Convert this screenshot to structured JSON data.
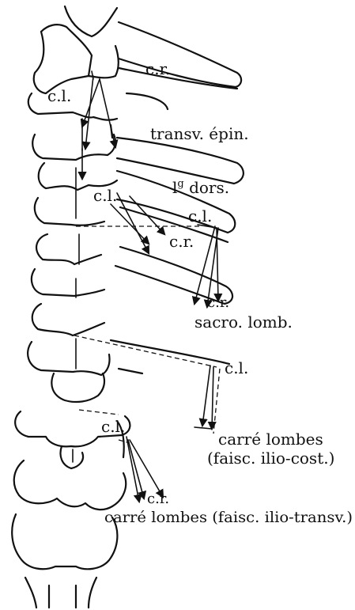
{
  "labels": {
    "cr_top": "c.r.",
    "cl_top": "c.l.",
    "transv_epin": "transv. épin.",
    "lg_dors": "l",
    "lg_dors_sup": "g",
    "lg_dors_rest": " dors.",
    "cl_mid_left": "c.l.",
    "cl_mid_right": "c.l.",
    "cr_mid": "c.r.",
    "cr_sacro": "c.r.",
    "sacro_lomb": "sacro. lomb.",
    "cl_lower": "c.l.",
    "carre_lombes_1": "carré lombes",
    "faisc_ilio_cost": "(faisc. ilio-cost.)",
    "cl_bottom": "c.l.",
    "cr_bottom": "c.r.",
    "carre_lombes_transv": "carré lombes (faisc. ilio-transv.)"
  }
}
